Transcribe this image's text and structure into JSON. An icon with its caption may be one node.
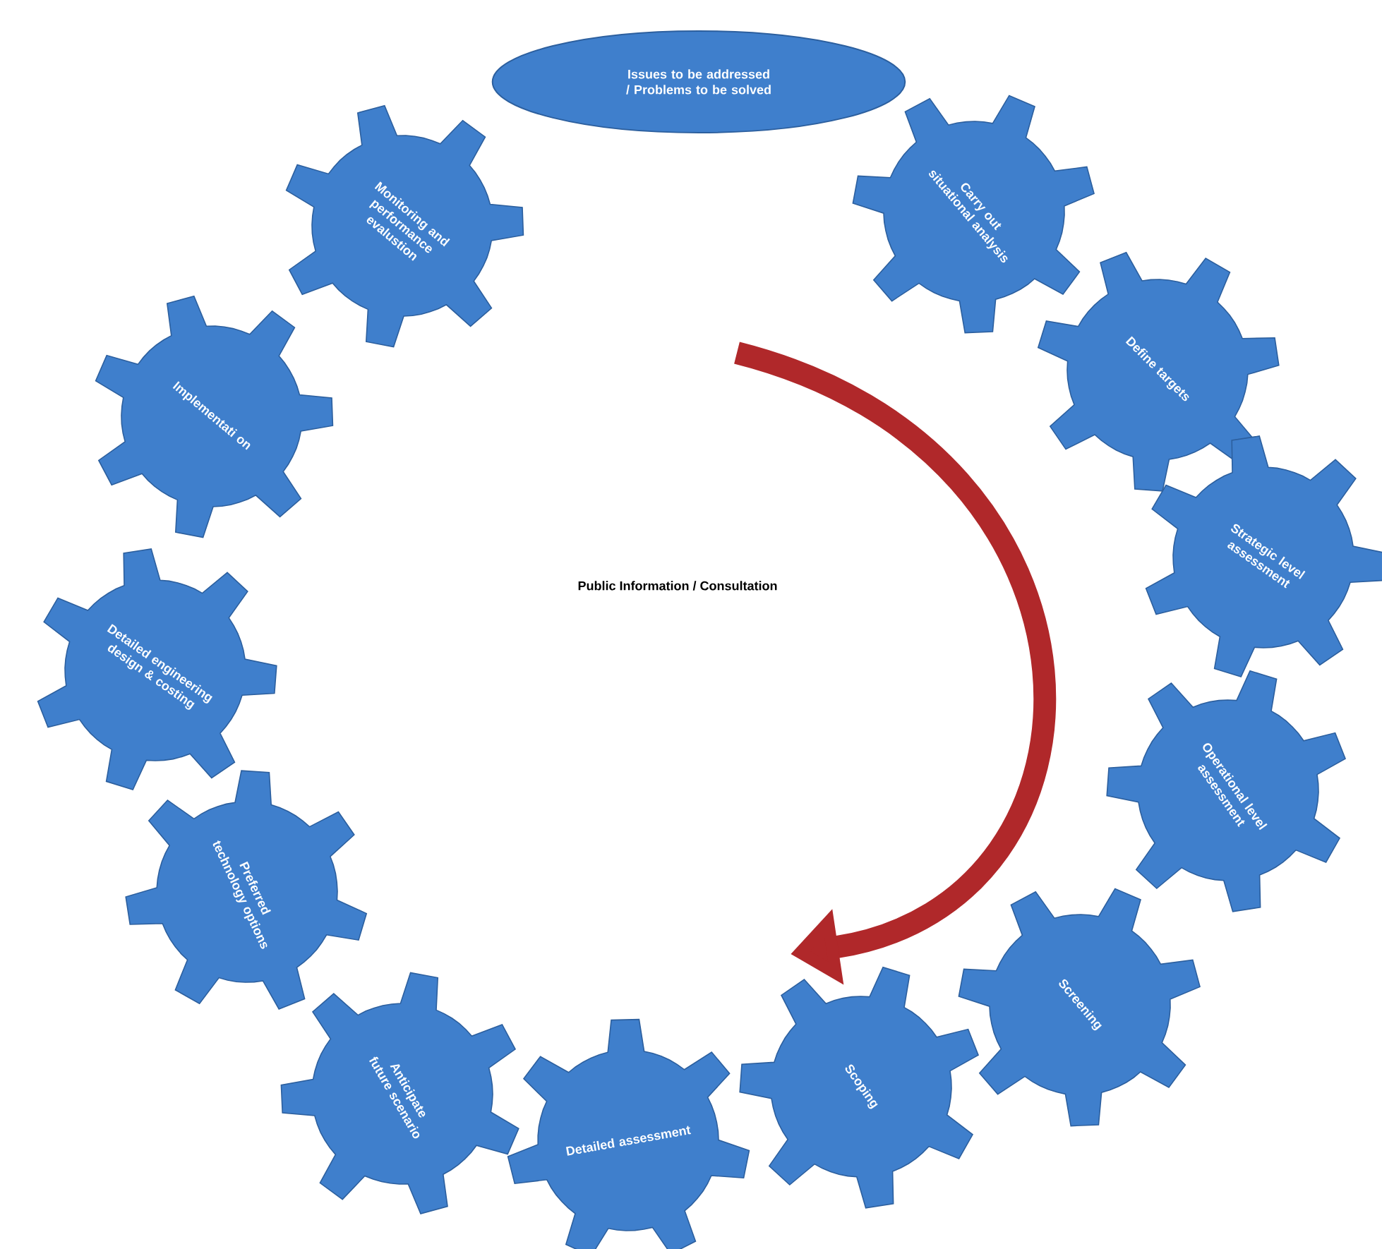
{
  "diagram": {
    "nodes": [
      {
        "text": [
          "Issues to be addressed / Problems to be solved"
        ]
      },
      {
        "text": [
          "Carry out situational analysis"
        ]
      },
      {
        "text": [
          "Define targets"
        ]
      },
      {
        "text": [
          "Strategic level assessment"
        ]
      },
      {
        "text": [
          "Operational level assessment"
        ]
      },
      {
        "text": [
          "Screening"
        ]
      },
      {
        "text": [
          "Scoping"
        ]
      },
      {
        "text": [
          "Detailed assessment"
        ]
      },
      {
        "text": [
          "Anticipate future scenario"
        ]
      },
      {
        "text": [
          "Preferred technology options"
        ]
      },
      {
        "text": [
          "Detailed engineering design & costing"
        ]
      },
      {
        "text": [
          "Implementati on"
        ]
      },
      {
        "text": [
          "Monitoring and performance evalustion"
        ]
      }
    ],
    "labels": [
      "Public Information / Consultation"
    ]
  }
}
